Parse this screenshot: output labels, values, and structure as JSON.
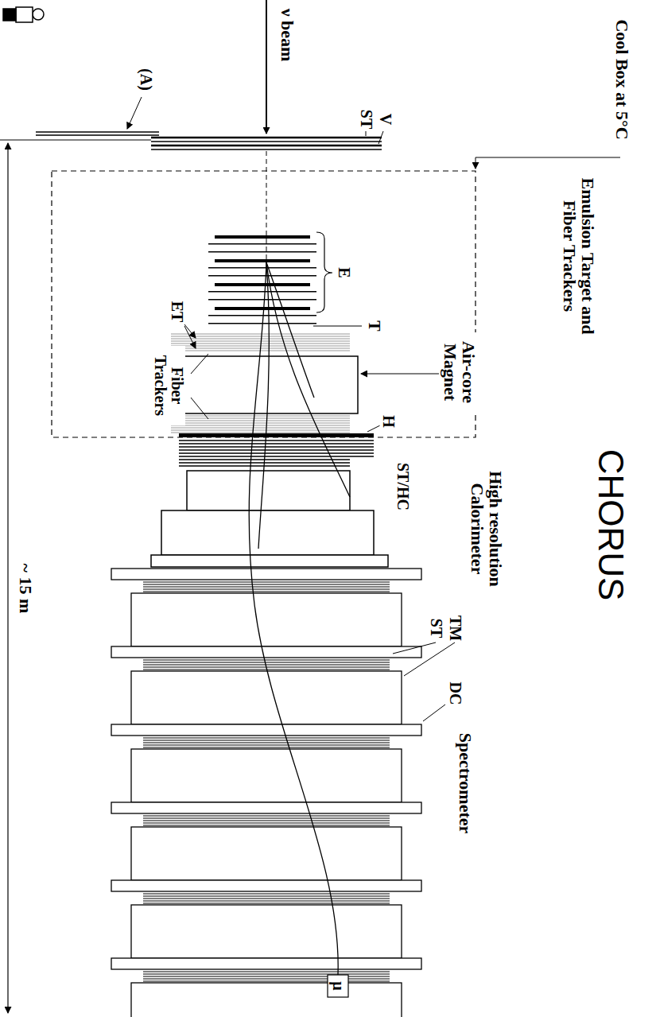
{
  "diagram": {
    "labels": [
      "CHORUS",
      "Cool Box at 5°C",
      "ν beam",
      "(A)",
      "ST",
      "V",
      "Emulsion Target and Fiber Trackers",
      "E",
      "T",
      "Air-core Magnet",
      "ET",
      "Fiber Trackers",
      "H",
      "ST/HC",
      "High resolution Calorimeter",
      "TM",
      "ST",
      "DC",
      "Spectrometer",
      "μ",
      "~ 15 m"
    ]
  }
}
